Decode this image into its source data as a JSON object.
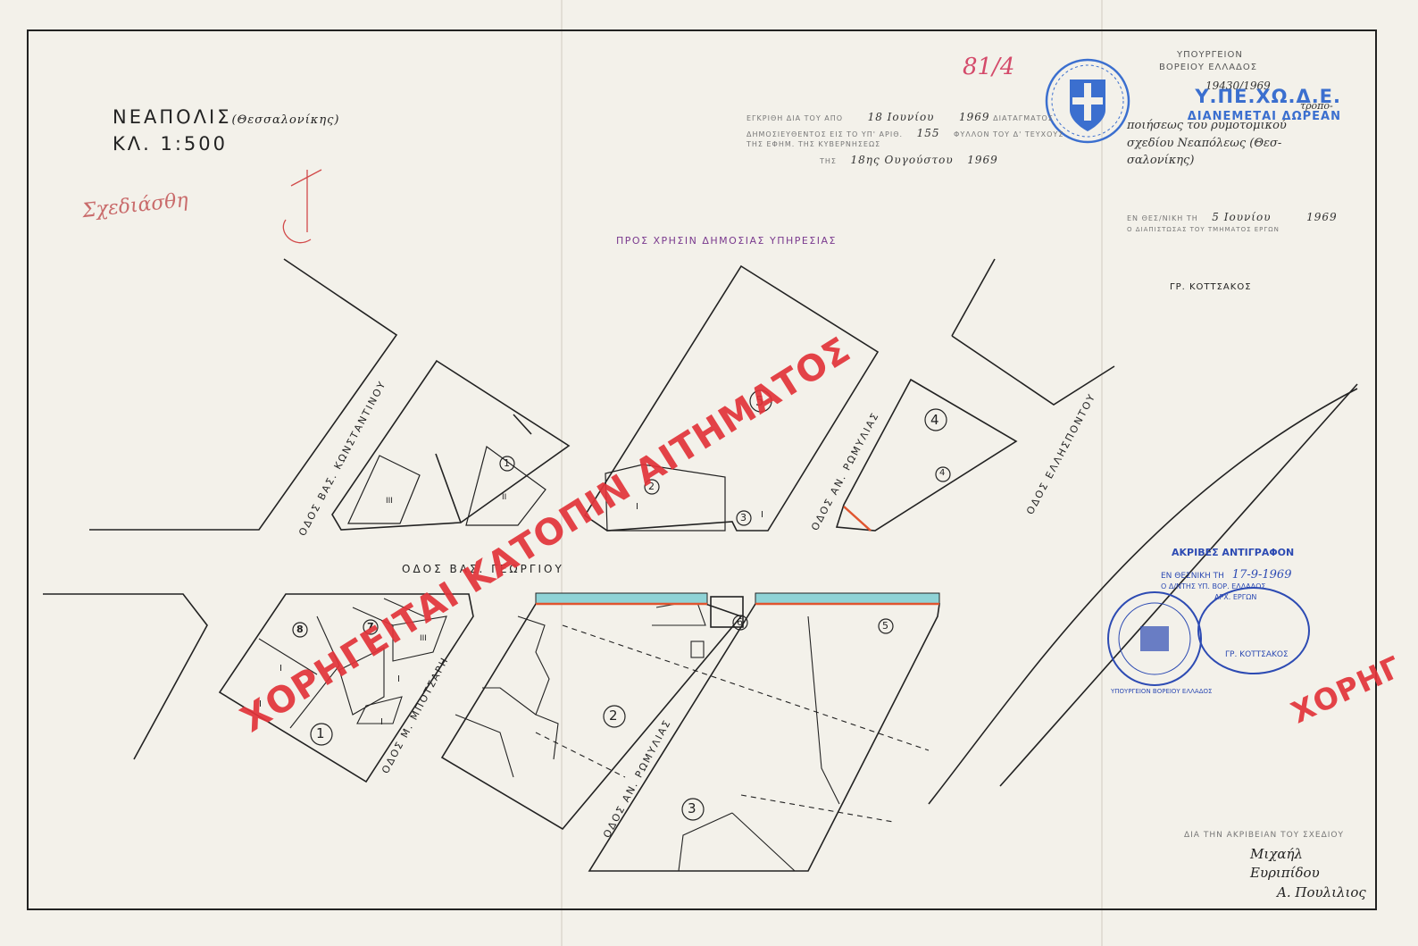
{
  "header": {
    "place_title": "ΝΕΑΠΟΛΙΣ",
    "place_note": "(Θεσσαλονίκης)",
    "scale": "ΚΛ. 1:500",
    "ref_number": "81/4",
    "pencil_note": "Σχεδιάσθη"
  },
  "approval_stamp": {
    "line1_label": "ΕΓΚΡΙΘΗ ΔΙΑ ΤΟΥ ΑΠΟ",
    "line1_date": "18 Ιουνίου",
    "line1_year": "1969",
    "line1_end": "ΔΙΑΤΑΓΜΑΤΟΣ",
    "line2_label": "ΔΗΜΟΣΙΕΥΘΕΝΤΟΣ ΕΙΣ ΤΟ ΥΠ' ΑΡΙΘ.",
    "line2_number": "155",
    "line2_end": "ΦΥΛΛΟΝ ΤΟΥ Δ' ΤΕΥΧΟΥΣ",
    "line3_label": "ΤΗΣ ΕΦΗΜ. ΤΗΣ ΚΥΒΕΡΝΗΣΕΩΣ",
    "line4_label": "ΤΗΣ",
    "line4_date": "18ης Ουγούστου",
    "line4_year": "1969"
  },
  "public_use": "ΠΡΟΣ ΧΡΗΣΙΝ ΔΗΜΟΣΙΑΣ ΥΠΗΡΕΣΙΑΣ",
  "ministry": {
    "line1": "ΥΠΟΥΡΓΕΙΟΝ",
    "line2": "ΒΟΡΕΙΟΥ ΕΛΛΑΔΟΣ",
    "number": "19430/1969",
    "desc1": "τροπο-",
    "desc2": "ποιήσεως του ρυμοτομικού",
    "desc3": "σχεδίου Νεαπόλεως (Θεσ-",
    "desc4": "σαλονίκης)",
    "place_date_label": "ΕΝ ΘΕΣ/ΝΙΚΗ ΤΗ",
    "date": "5 Ιουνίου",
    "year": "1969",
    "footer": "Ο ΔΙΑΠΙΣΤΩΣΑΣ ΤΟΥ ΤΜΗΜΑΤΟΣ ΕΡΓΩΝ"
  },
  "upe_stamp": {
    "title": "Υ.ΠΕ.ΧΩ.Δ.Ε.",
    "subtitle": "ΔΙΑΝΕΜΕΤΑΙ ΔΩΡΕΑΝ"
  },
  "copy_stamp": {
    "title": "ΑΚΡΙΒΕΣ ΑΝΤΙΓΡΑΦΟΝ",
    "place": "ΕΝ ΘΕΣΝΙΚΗ ΤΗ",
    "date": "17-9-1969",
    "role": "Ο Δ/ΝΤΗΣ ΥΠ. ΒΟΡ. ΕΛΛΑΔΟΣ",
    "dept": "ΑΡΧ. ΕΡΓΩΝ",
    "signer": "ΓΡ. ΚΟΤΤΣΑΚΟΣ",
    "seal_text": "ΥΠΟΥΡΓΕΙΟΝ ΒΟΡΕΙΟΥ ΕΛΛΑΔΟΣ"
  },
  "top_signer": "ΓΡ. ΚΟΤΤΣΑΚΟΣ",
  "accuracy": {
    "title": "ΔΙΑ ΤΗΝ ΑΚΡΙΒΕΙΑΝ ΤΟΥ ΣΧΕΔΙΟΥ",
    "sig1": "Μιχαήλ",
    "sig2": "Ευριπίδου",
    "sig3": "Α. Πουλιλιος"
  },
  "streets": {
    "konstantinou": "ΟΔΟΣ ΒΑΣ. ΚΩΝΣΤΑΝΤΙΝΟΥ",
    "georgiou": "ΟΔΟΣ ΒΑΣ. ΓΕΩΡΓΙΟΥ",
    "romylias_top": "ΟΔΟΣ ΑΝ. ΡΩΜΥΛΙΑΣ",
    "ellispontou": "ΟΔΟΣ ΕΛΛΗΣΠΟΝΤΟΥ",
    "mpotsari": "ΟΔΟΣ Μ. ΜΠΟΤΣΑΡΗ",
    "romylias_bottom": "ΟΔΟΣ ΑΝ. ΡΩΜΥΛΙΑΣ"
  },
  "block_labels": {
    "b1": "1",
    "b2": "2",
    "b3": "3",
    "b4": "4",
    "b5": "5",
    "b6": "6",
    "b7": "7",
    "b8": "8",
    "floor1": "I",
    "floor2": "II",
    "floor3": "III"
  },
  "watermark": "ΧΟΡΗΓΕΙΤΑΙ ΚΑΤΟΠΙΝ ΑΙΤΗΜΑΤΟΣ",
  "watermark_edge": "ΧΟΡΗΓ",
  "colors": {
    "ink": "#222222",
    "watermark": "#e2343a",
    "stamp_purple": "#7a3a8e",
    "stamp_blue": "#2d4bb3",
    "cyan_strip": "#8fd3d6",
    "red_line": "#e0552f"
  }
}
